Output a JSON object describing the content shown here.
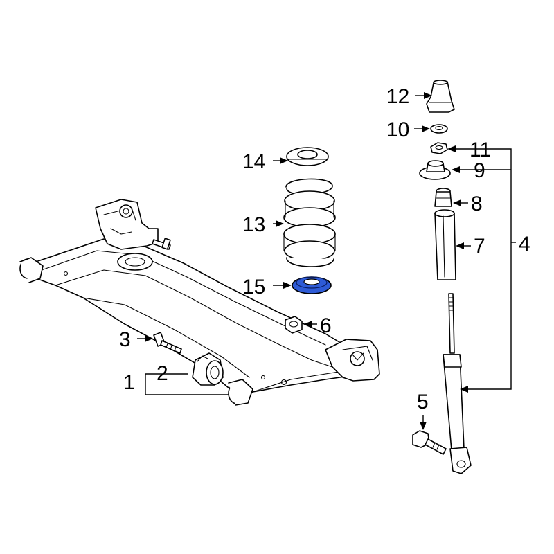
{
  "highlight_color": "#2e5bd6",
  "highlighted_part": "15",
  "callouts": {
    "c1": "1",
    "c2": "2",
    "c3": "3",
    "c4": "4",
    "c5": "5",
    "c6": "6",
    "c7": "7",
    "c8": "8",
    "c9": "9",
    "c10": "10",
    "c11": "11",
    "c12": "12",
    "c13": "13",
    "c14": "14",
    "c15": "15"
  }
}
